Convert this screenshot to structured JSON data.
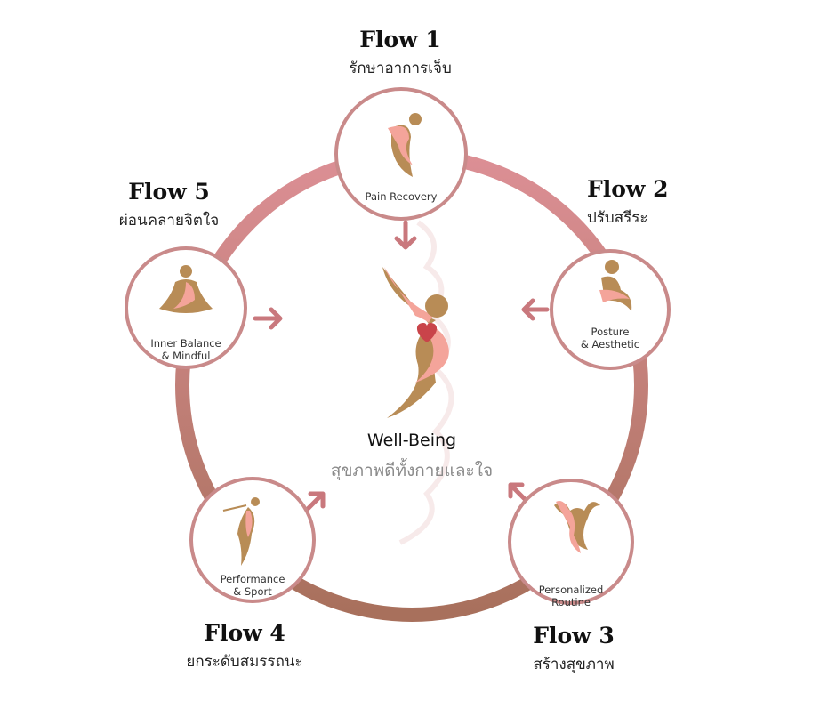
{
  "center": {
    "title": "Well-Being",
    "subtitle": "สุขภาพดีทั้งกายและใจ"
  },
  "flows": [
    {
      "title": "Flow 1",
      "subtitle": "รักษาอาการเจ็บ",
      "node_label": "Pain Recovery"
    },
    {
      "title": "Flow 2",
      "subtitle": "ปรับสรีระ",
      "node_label_1": "Posture",
      "node_label_2": "& Aesthetic"
    },
    {
      "title": "Flow 3",
      "subtitle": "สร้างสุขภาพ",
      "node_label_1": "Personalized",
      "node_label_2": "Routine"
    },
    {
      "title": "Flow 4",
      "subtitle": "ยกระดับสมรรถนะ",
      "node_label_1": "Performance",
      "node_label_2": "& Sport"
    },
    {
      "title": "Flow 5",
      "subtitle": "ผ่อนคลายจิตใจ",
      "node_label_1": "Inner Balance",
      "node_label_2": "& Mindful"
    }
  ],
  "colors": {
    "ring_top": "#dc8f95",
    "ring_bottom": "#a8705c",
    "gold": "#b88c56",
    "pink": "#f4a49a",
    "heart": "#c9444a"
  }
}
